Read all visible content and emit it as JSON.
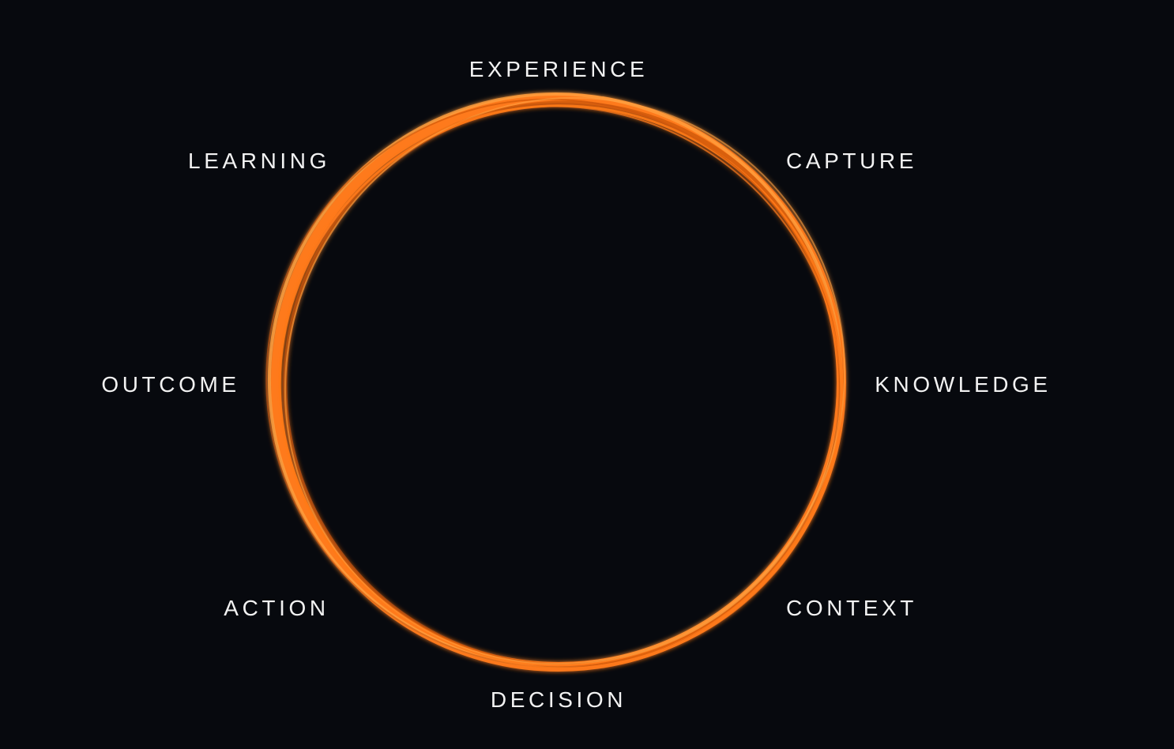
{
  "cycle": {
    "stages": [
      "EXPERIENCE",
      "CAPTURE",
      "KNOWLEDGE",
      "CONTEXT",
      "DECISION",
      "ACTION",
      "OUTCOME",
      "LEARNING"
    ]
  },
  "colors": {
    "background": "#07090e",
    "ring": "#ff7a1a",
    "ring_dark": "#c9540a",
    "ring_light": "#ffa040",
    "label": "#f2f2f2"
  }
}
